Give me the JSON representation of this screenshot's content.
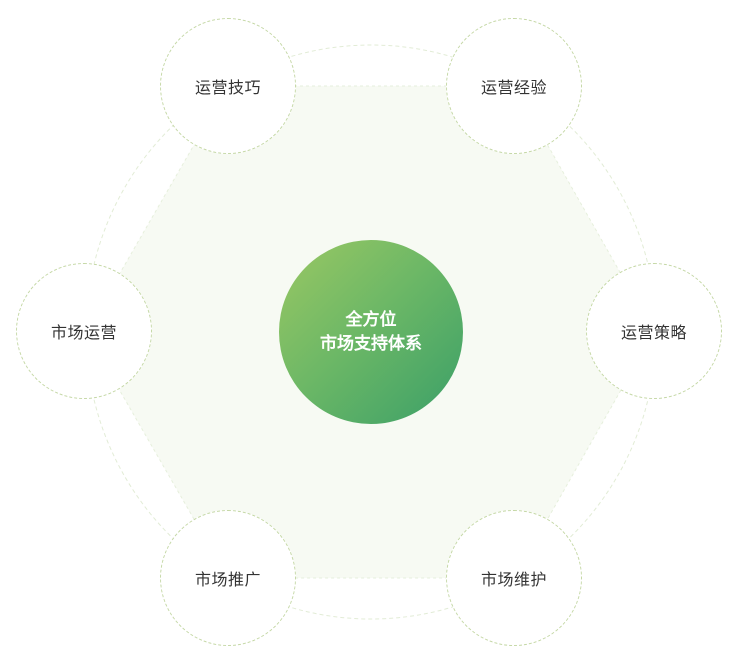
{
  "center": {
    "line1": "全方位",
    "line2": "市场支持体系"
  },
  "nodes": [
    {
      "id": "top-left",
      "label": "运营技巧"
    },
    {
      "id": "top-right",
      "label": "运营经验"
    },
    {
      "id": "left",
      "label": "市场运营"
    },
    {
      "id": "right",
      "label": "运营策略"
    },
    {
      "id": "bottom-left",
      "label": "市场推广"
    },
    {
      "id": "bottom-right",
      "label": "市场维护"
    }
  ],
  "colors": {
    "hub_gradient_start": "#9bc863",
    "hub_gradient_end": "#3a9f68",
    "hexagon_fill": "#f7faf3",
    "node_border": "#c5d8a6",
    "outer_ring": "#e2ecd6"
  }
}
